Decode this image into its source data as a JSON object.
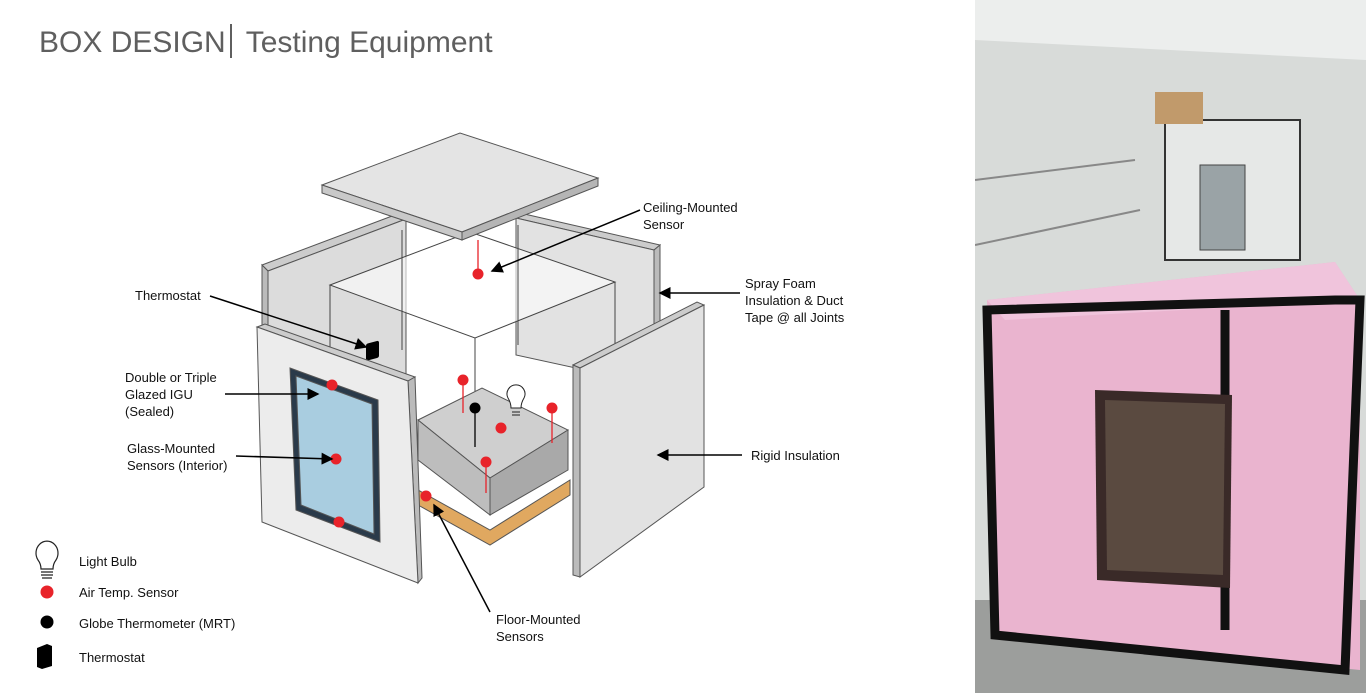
{
  "title": {
    "main": "BOX DESIGN",
    "sub": "Testing Equipment"
  },
  "callouts": {
    "ceiling": [
      "Ceiling-Mounted",
      "Sensor"
    ],
    "thermostat": "Thermostat",
    "spray_foam": [
      "Spray Foam",
      "Insulation & Duct",
      "Tape @ all Joints"
    ],
    "igu": [
      "Double or Triple",
      "Glazed IGU",
      "(Sealed)"
    ],
    "glass_sensors": [
      "Glass-Mounted",
      "Sensors (Interior)"
    ],
    "rigid": "Rigid Insulation",
    "floor": [
      "Floor-Mounted",
      "Sensors"
    ]
  },
  "legend": [
    {
      "icon": "light-bulb-icon",
      "label": "Light Bulb"
    },
    {
      "icon": "red-dot-icon",
      "label": "Air Temp. Sensor",
      "color": "#e8232a"
    },
    {
      "icon": "black-dot-icon",
      "label": "Globe Thermometer (MRT)",
      "color": "#000000"
    },
    {
      "icon": "thermostat-icon",
      "label": "Thermostat"
    }
  ],
  "colors": {
    "sensor": "#e8232a",
    "panel": "#e6e6e6",
    "glass": "#a9cde0",
    "pallet": "#e0a860",
    "foam": "#eab4cf"
  }
}
